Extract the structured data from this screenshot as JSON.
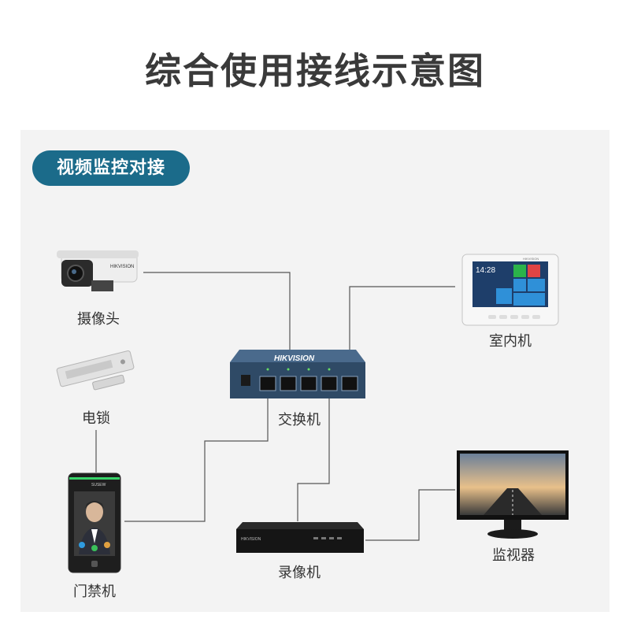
{
  "page": {
    "title": "综合使用接线示意图"
  },
  "section": {
    "badge": "视频监控对接"
  },
  "devices": {
    "camera": {
      "label": "摄像头",
      "brand": "HIKVISION"
    },
    "lock": {
      "label": "电锁"
    },
    "access_terminal": {
      "label": "门禁机",
      "screen_text": "SUSEW"
    },
    "switch": {
      "label": "交换机",
      "brand": "HIKVISION"
    },
    "indoor_unit": {
      "label": "室内机",
      "clock": "14:28",
      "brand": "HIKVISION"
    },
    "nvr": {
      "label": "录像机",
      "brand": "HIKVISION"
    },
    "monitor": {
      "label": "监视器"
    }
  },
  "colors": {
    "badge": "#1b6b8a",
    "panel": "#f3f3f3",
    "wire": "#555555",
    "switch_body": "#2f4a66"
  }
}
